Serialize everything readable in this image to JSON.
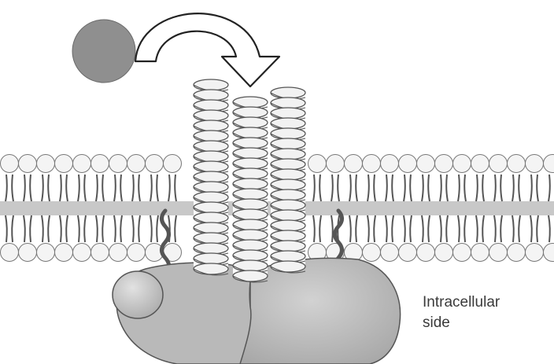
{
  "label": {
    "line1": "Intracellular",
    "line2": "side"
  },
  "colors": {
    "ligand": "#8f8f8f",
    "head": "#f4f4f4",
    "head_stroke": "#777777",
    "tail": "#555555",
    "core": "#c8c8c8",
    "helix": "#f2f2f2",
    "helix_stroke": "#555555",
    "anchor": "#555555",
    "gprotein": "#b9b9b9",
    "gprotein_stroke": "#555555",
    "arrow_stroke": "#222222"
  },
  "icons": {
    "ligand": "ligand-circle",
    "arrow": "curved-arrow",
    "receptor": "seven-transmembrane-helix-receptor",
    "gprotein": "heterotrimeric-g-protein"
  }
}
